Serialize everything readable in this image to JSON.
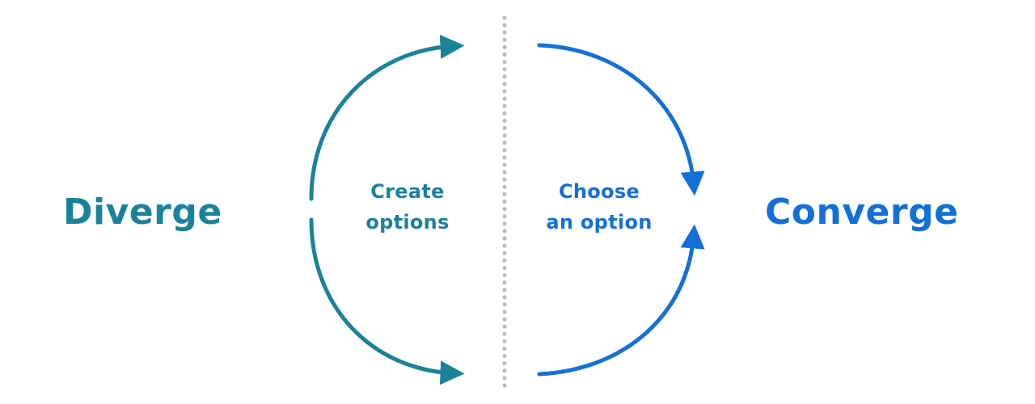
{
  "diagram": {
    "left_title": "Diverge",
    "right_title": "Converge",
    "left_caption": [
      "Create",
      "options"
    ],
    "right_caption": [
      "Choose",
      "an option"
    ]
  },
  "colors": {
    "diverge": "#1a8299",
    "converge": "#1370d8",
    "divider": "#b7bdbc"
  }
}
